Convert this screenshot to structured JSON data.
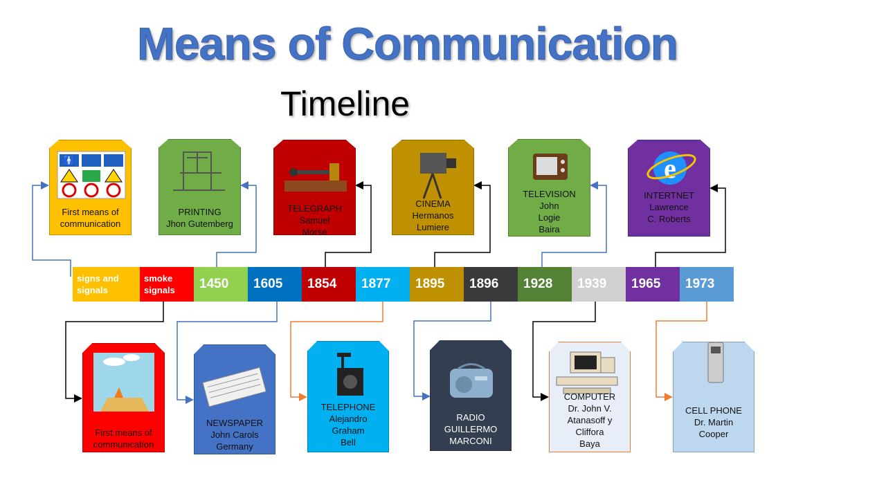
{
  "title": "Means of Communication",
  "subtitle": "Timeline",
  "timeline": [
    {
      "label": "signs and\nsignals",
      "color": "#ffc000",
      "type": "small"
    },
    {
      "label": "smoke\nsignals",
      "color": "#ff0000",
      "type": "small"
    },
    {
      "label": "1450",
      "color": "#92d050",
      "type": "year"
    },
    {
      "label": "1605",
      "color": "#0070c0",
      "type": "year"
    },
    {
      "label": "1854",
      "color": "#c00000",
      "type": "year"
    },
    {
      "label": "1877",
      "color": "#00b0f0",
      "type": "year"
    },
    {
      "label": "1895",
      "color": "#bf9000",
      "type": "year"
    },
    {
      "label": "1896",
      "color": "#3a3a3a",
      "type": "year"
    },
    {
      "label": "1928",
      "color": "#538135",
      "type": "year"
    },
    {
      "label": "1939",
      "color": "#d0d0d0",
      "type": "year"
    },
    {
      "label": "1965",
      "color": "#7030a0",
      "type": "year"
    },
    {
      "label": "1973",
      "color": "#5b9bd5",
      "type": "year"
    }
  ],
  "top_cards": [
    {
      "text": "First means of\ncommunication",
      "icon": "safety-signs-icon",
      "color": "#ffc000"
    },
    {
      "text": "PRINTING\nJhon Gutemberg",
      "icon": "printing-press-icon",
      "color": "#70ad47"
    },
    {
      "text": "TELEGRAPH\nSamuel\nMorse",
      "icon": "telegraph-key-icon",
      "color": "#c00000"
    },
    {
      "text": "CINEMA\nHermanos\nLumiere",
      "icon": "film-camera-icon",
      "color": "#bf9000"
    },
    {
      "text": "TELEVISION\nJohn\nLogie\nBaira",
      "icon": "television-icon",
      "color": "#70ad47"
    },
    {
      "text": "INTERTNET\nLawrence\nC. Roberts",
      "icon": "internet-explorer-icon",
      "color": "#7030a0"
    }
  ],
  "bottom_cards": [
    {
      "text": "First means of\ncommunication",
      "icon": "smoke-signal-icon",
      "color": "#ff0000"
    },
    {
      "text": "NEWSPAPER\nJohn Carols\nGermany",
      "icon": "newspaper-icon",
      "color": "#4472c4"
    },
    {
      "text": "TELEPHONE\nAlejandro\nGraham\nBell",
      "icon": "telephone-icon",
      "color": "#00b0f0"
    },
    {
      "text": "RADIO\nGUILLERMO\nMARCONI",
      "icon": "radio-icon",
      "color": "#333f50"
    },
    {
      "text": "COMPUTER\nDr. John V.\nAtanasoff y\nCliffora\nBaya",
      "icon": "computer-icon",
      "color": "#e8eef7"
    },
    {
      "text": "CELL PHONE\nDr. Martin\nCooper",
      "icon": "cell-phone-icon",
      "color": "#bdd7ee"
    }
  ]
}
